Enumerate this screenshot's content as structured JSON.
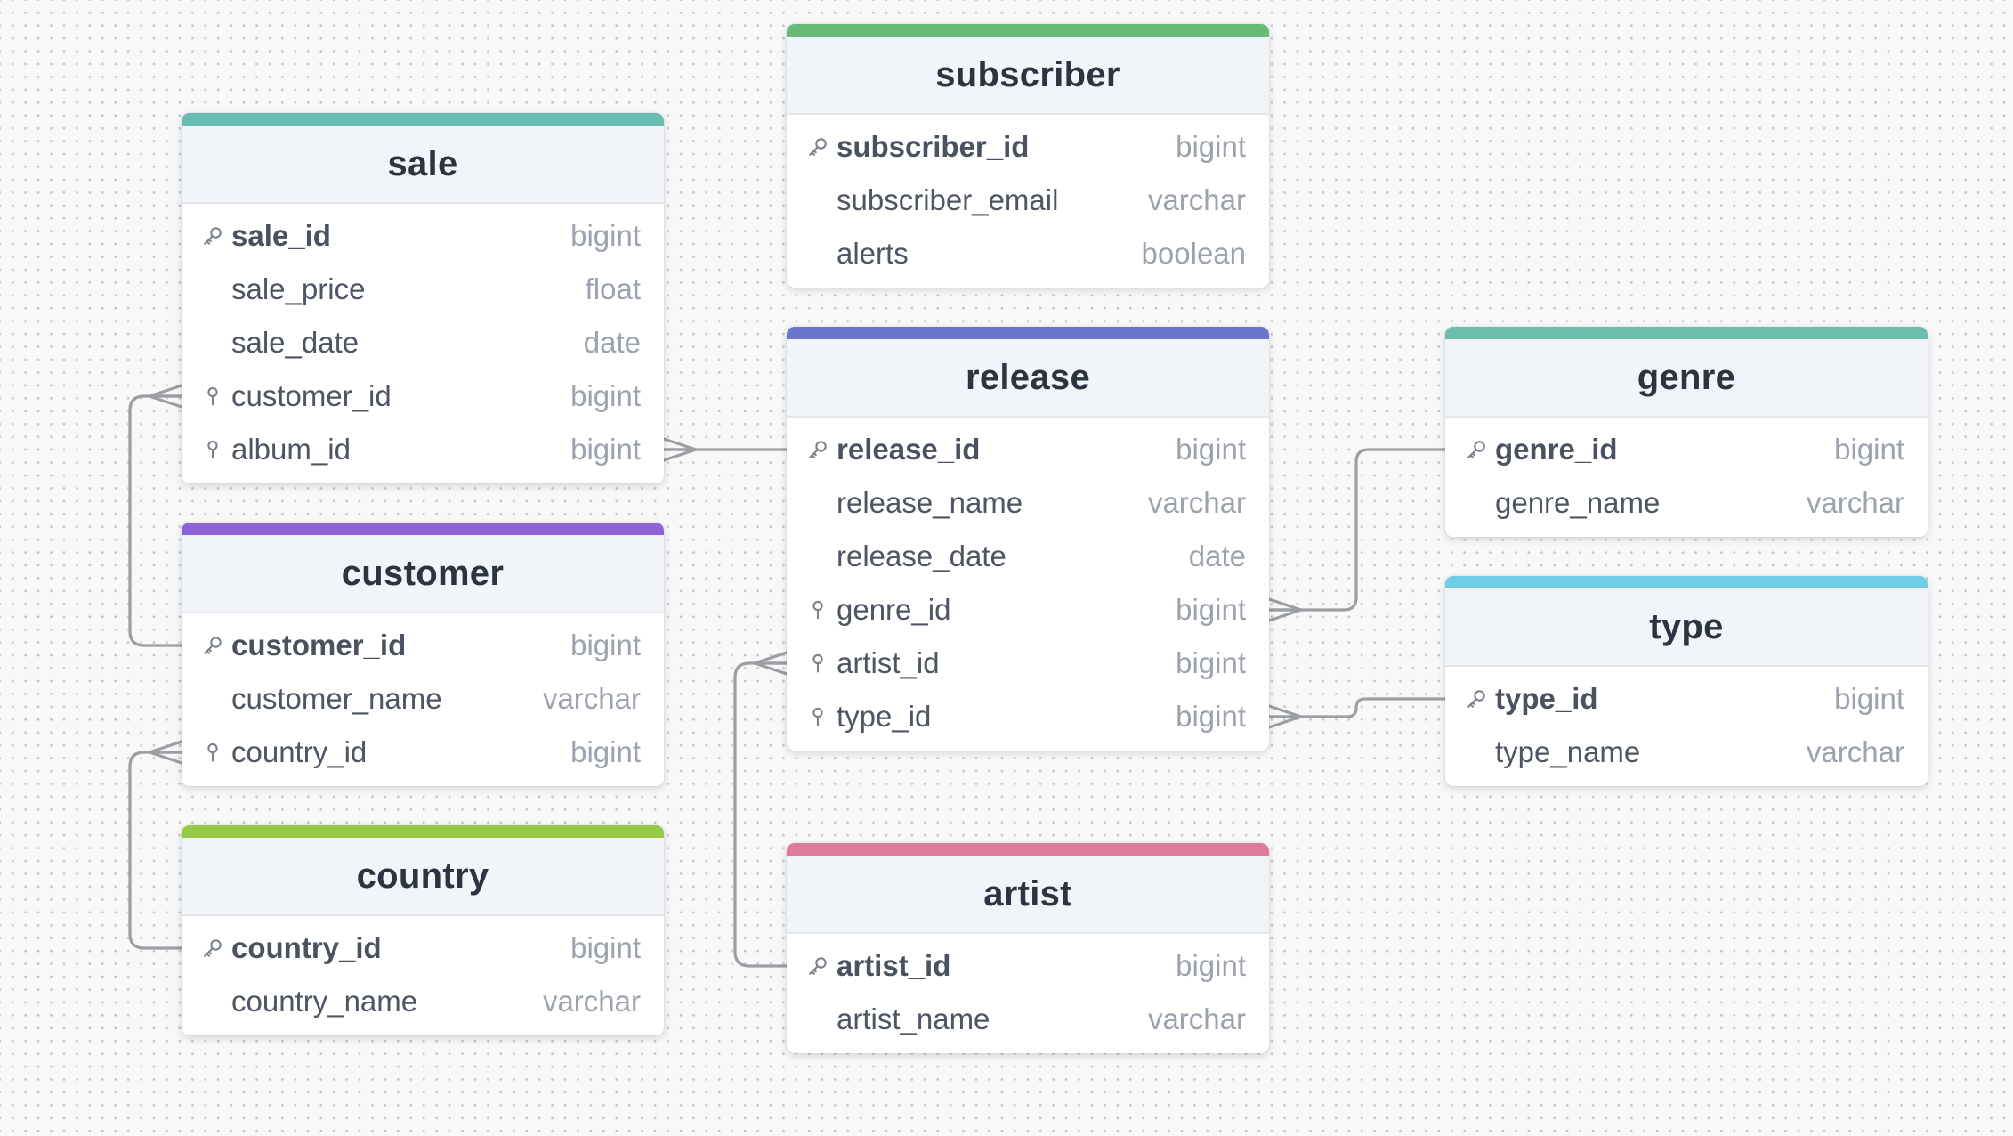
{
  "diagram": {
    "tables": [
      {
        "id": "sale",
        "name": "sale",
        "accent": "#68bcb0",
        "columns": [
          {
            "name": "sale_id",
            "type": "bigint",
            "key": "primary"
          },
          {
            "name": "sale_price",
            "type": "float",
            "key": "none"
          },
          {
            "name": "sale_date",
            "type": "date",
            "key": "none"
          },
          {
            "name": "customer_id",
            "type": "bigint",
            "key": "foreign"
          },
          {
            "name": "album_id",
            "type": "bigint",
            "key": "foreign"
          }
        ]
      },
      {
        "id": "customer",
        "name": "customer",
        "accent": "#8d63da",
        "columns": [
          {
            "name": "customer_id",
            "type": "bigint",
            "key": "primary"
          },
          {
            "name": "customer_name",
            "type": "varchar",
            "key": "none"
          },
          {
            "name": "country_id",
            "type": "bigint",
            "key": "foreign"
          }
        ]
      },
      {
        "id": "country",
        "name": "country",
        "accent": "#97c949",
        "columns": [
          {
            "name": "country_id",
            "type": "bigint",
            "key": "primary"
          },
          {
            "name": "country_name",
            "type": "varchar",
            "key": "none"
          }
        ]
      },
      {
        "id": "subscriber",
        "name": "subscriber",
        "accent": "#66bb76",
        "columns": [
          {
            "name": "subscriber_id",
            "type": "bigint",
            "key": "primary"
          },
          {
            "name": "subscriber_email",
            "type": "varchar",
            "key": "none"
          },
          {
            "name": "alerts",
            "type": "boolean",
            "key": "none"
          }
        ]
      },
      {
        "id": "release",
        "name": "release",
        "accent": "#6b75cc",
        "columns": [
          {
            "name": "release_id",
            "type": "bigint",
            "key": "primary"
          },
          {
            "name": "release_name",
            "type": "varchar",
            "key": "none"
          },
          {
            "name": "release_date",
            "type": "date",
            "key": "none"
          },
          {
            "name": "genre_id",
            "type": "bigint",
            "key": "foreign"
          },
          {
            "name": "artist_id",
            "type": "bigint",
            "key": "foreign"
          },
          {
            "name": "type_id",
            "type": "bigint",
            "key": "foreign"
          }
        ]
      },
      {
        "id": "artist",
        "name": "artist",
        "accent": "#e07a9c",
        "columns": [
          {
            "name": "artist_id",
            "type": "bigint",
            "key": "primary"
          },
          {
            "name": "artist_name",
            "type": "varchar",
            "key": "none"
          }
        ]
      },
      {
        "id": "genre",
        "name": "genre",
        "accent": "#6dbdab",
        "columns": [
          {
            "name": "genre_id",
            "type": "bigint",
            "key": "primary"
          },
          {
            "name": "genre_name",
            "type": "varchar",
            "key": "none"
          }
        ]
      },
      {
        "id": "type",
        "name": "type",
        "accent": "#6ccfe6",
        "columns": [
          {
            "name": "type_id",
            "type": "bigint",
            "key": "primary"
          },
          {
            "name": "type_name",
            "type": "varchar",
            "key": "none"
          }
        ]
      }
    ],
    "relationships": [
      {
        "from_table": "sale",
        "from_column": "customer_id",
        "to_table": "customer",
        "to_column": "customer_id",
        "cardinality": "many-to-one"
      },
      {
        "from_table": "customer",
        "from_column": "country_id",
        "to_table": "country",
        "to_column": "country_id",
        "cardinality": "many-to-one"
      },
      {
        "from_table": "sale",
        "from_column": "album_id",
        "to_table": "release",
        "to_column": "release_id",
        "cardinality": "many-to-one"
      },
      {
        "from_table": "release",
        "from_column": "genre_id",
        "to_table": "genre",
        "to_column": "genre_id",
        "cardinality": "many-to-one"
      },
      {
        "from_table": "release",
        "from_column": "artist_id",
        "to_table": "artist",
        "to_column": "artist_id",
        "cardinality": "many-to-one"
      },
      {
        "from_table": "release",
        "from_column": "type_id",
        "to_table": "type",
        "to_column": "type_id",
        "cardinality": "many-to-one"
      }
    ],
    "colors": {
      "canvas_background": "#f8f8f9",
      "canvas_dot": "#c4c7cd",
      "connector": "#9b9ea3",
      "key_icon": "#7c828b"
    },
    "icons": {
      "primary": "key-icon",
      "foreign": "pin-icon"
    }
  }
}
